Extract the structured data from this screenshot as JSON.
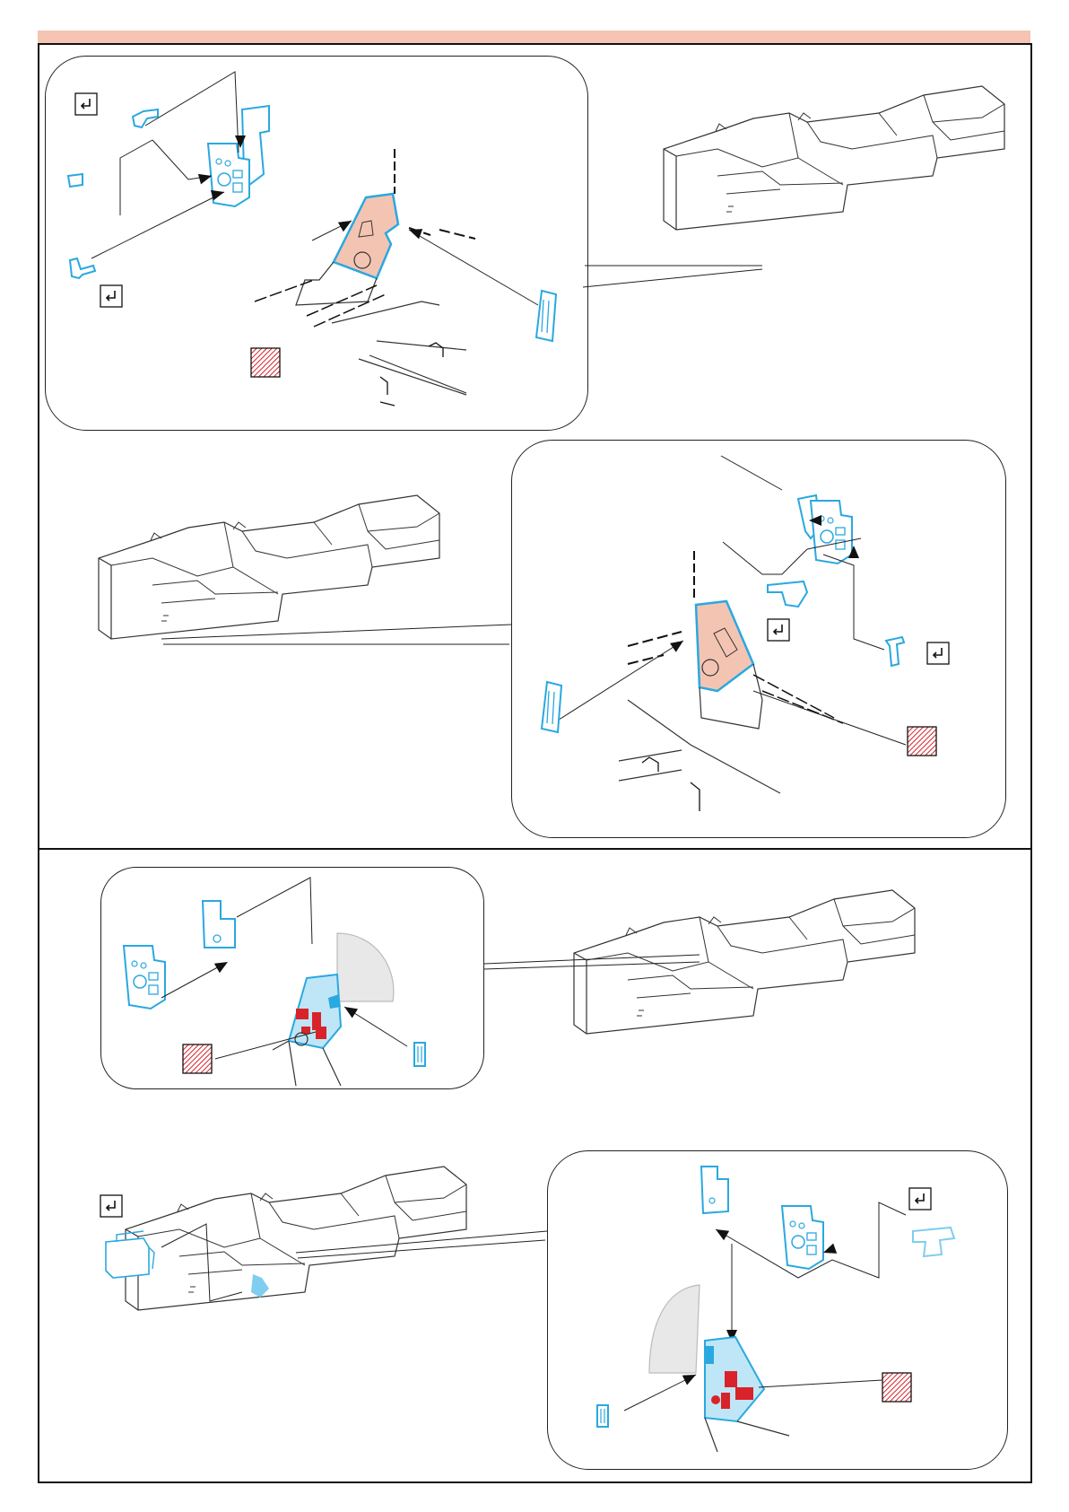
{
  "page": {
    "title": "",
    "page_number": ""
  },
  "palette": {
    "band": "#f5c4b3",
    "part_blue": "#2aa8e0",
    "fill_light_blue": "#bfe6f7",
    "panel_peach": "#f4c4b2",
    "detail_red": "#d8232a",
    "line": "#222222",
    "glass_gray": "#e8e8e8"
  },
  "icons": [
    "bend-icon",
    "paint-hatch-icon",
    "cockpit-tub",
    "instrument-panel",
    "pedal-part",
    "seat-part",
    "canopy-glass"
  ]
}
